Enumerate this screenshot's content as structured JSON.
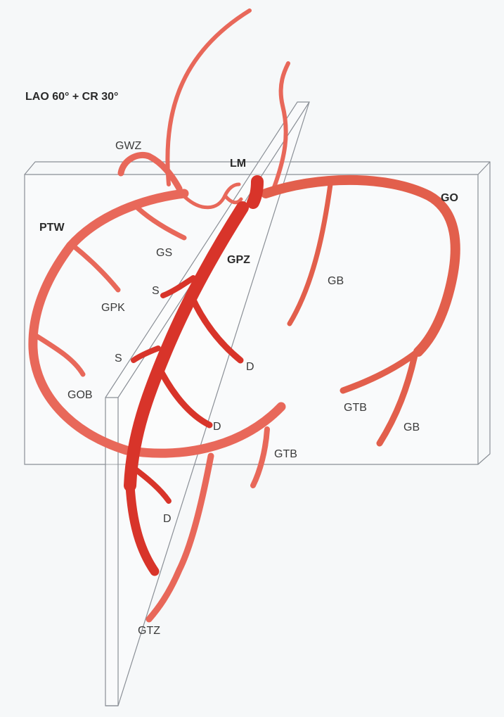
{
  "view_title": "LAO 60°  + CR 30°",
  "colors": {
    "background": "#f6f8f9",
    "frame": "#8a8f96",
    "left_coronary": "#d8342a",
    "right_coronary": "#e8685a",
    "circumflex": "#e25f4c",
    "text": "#3a3a3a"
  },
  "labels": {
    "lm": "LM",
    "gwz": "GWZ",
    "ptw": "PTW",
    "gs": "GS",
    "gpz": "GPZ",
    "go": "GO",
    "s_upper": "S",
    "gpk": "GPK",
    "gb_upper": "GB",
    "s_lower": "S",
    "d_upper": "D",
    "gob": "GOB",
    "gtb_right": "GTB",
    "gb_lower": "GB",
    "d_middle": "D",
    "gtb_center": "GTB",
    "d_lower": "D",
    "gtz": "GTZ"
  }
}
